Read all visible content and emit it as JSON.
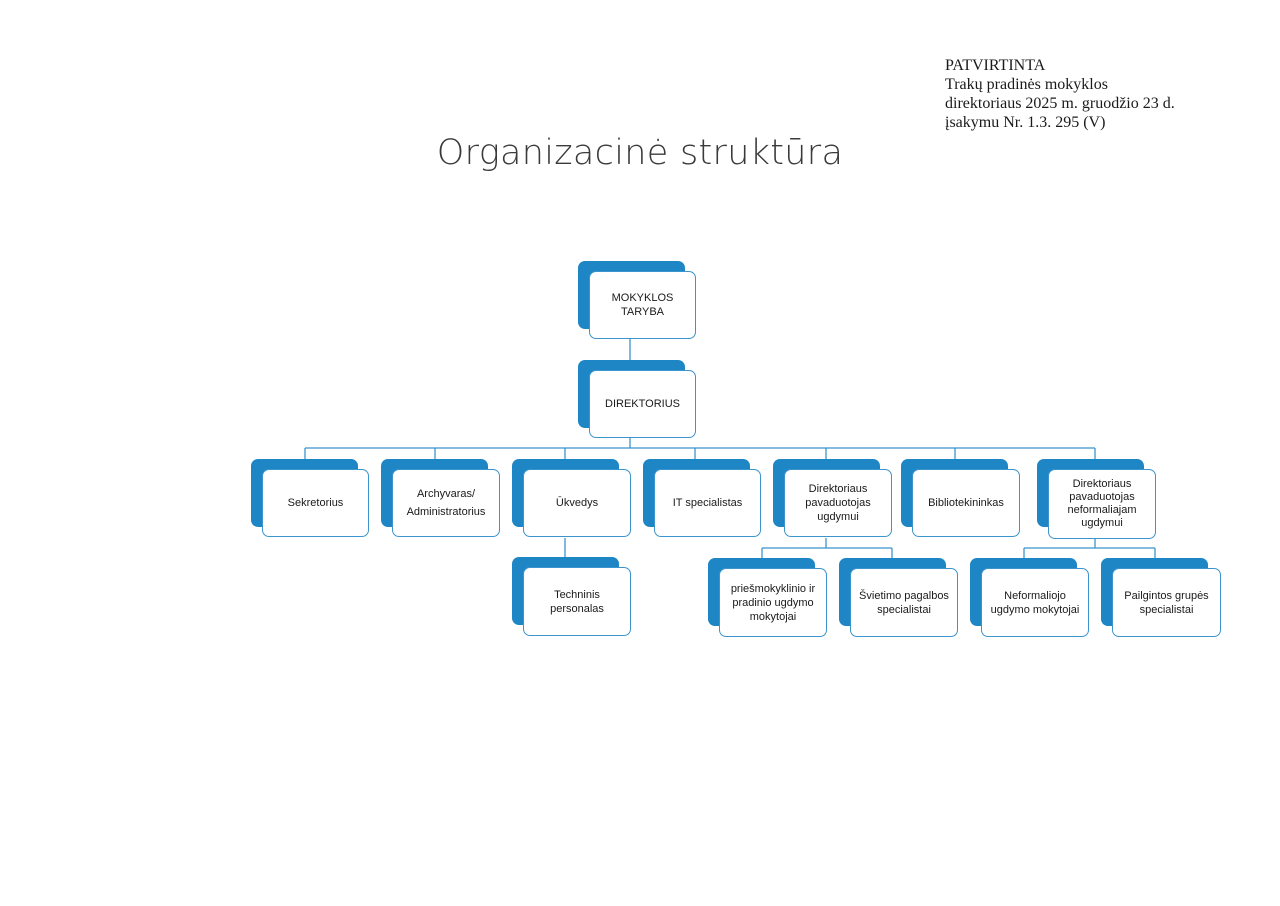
{
  "approval": {
    "line1": "PATVIRTINTA",
    "line2": "Trakų pradinės mokyklos",
    "line3": "direktoriaus 2025 m. gruodžio 23 d.",
    "line4": "įsakymu Nr. 1.3. 295 (V)"
  },
  "title": "Organizacinė struktūra",
  "colors": {
    "accent": "#1f86c6",
    "border": "#3b94cc",
    "connector": "#3b94cc"
  },
  "nodes": {
    "council": "MOKYKLOS TARYBA",
    "director": "DIREKTORIUS",
    "secretary": "Sekretorius",
    "archivist": "Archyvaras/ Administratorius",
    "caretaker": "Ūkvedys",
    "it": "IT specialistas",
    "deputy_education": "Direktoriaus pavaduotojas ugdymui",
    "librarian": "Bibliotekininkas",
    "deputy_nonformal": "Direktoriaus pavaduotojas neformaliajam ugdymui",
    "technical_staff": "Techninis personalas",
    "preschool_teachers": "priešmokyklinio ir pradinio ugdymo mokytojai",
    "support_specialists": "Švietimo pagalbos specialistai",
    "nonformal_teachers": "Neformaliojo ugdymo mokytojai",
    "extended_group": "Pailgintos grupės specialistai"
  }
}
